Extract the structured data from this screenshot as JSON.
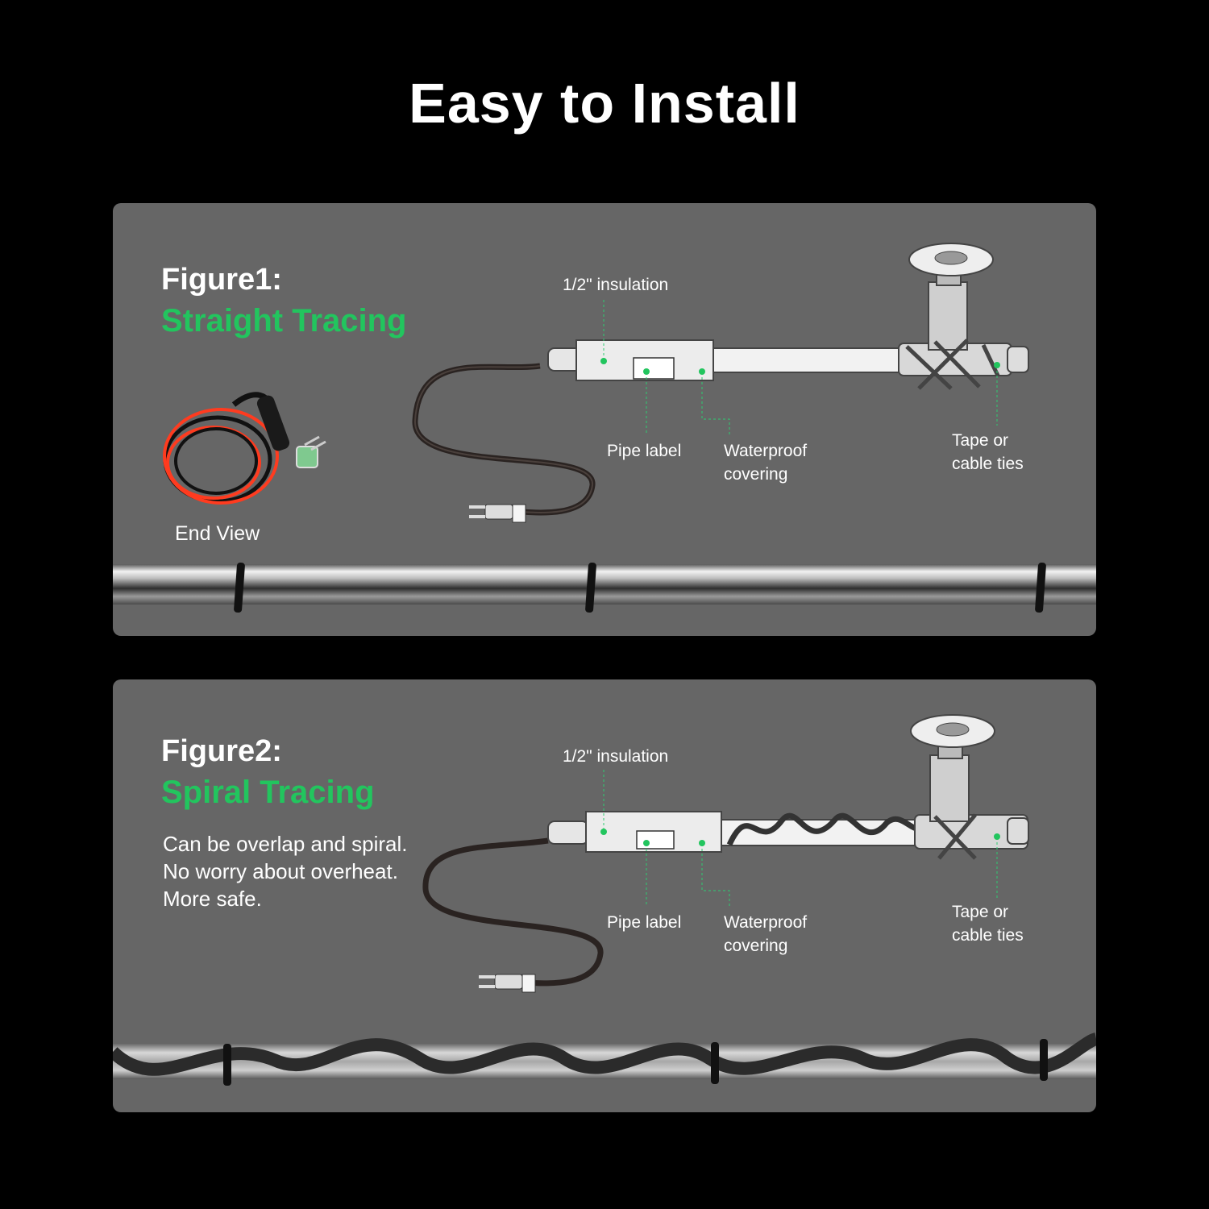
{
  "title": "Easy to Install",
  "figure1": {
    "heading": "Figure1:",
    "subtitle": "Straight Tracing",
    "end_view_label": "End View",
    "labels": {
      "insulation": "1/2\" insulation",
      "pipe_label": "Pipe label",
      "waterproof_line1": "Waterproof",
      "waterproof_line2": "covering",
      "tape_line1": "Tape or",
      "tape_line2": "cable ties"
    }
  },
  "figure2": {
    "heading": "Figure2:",
    "subtitle": "Spiral Tracing",
    "description": [
      "Can be overlap and spiral.",
      "No worry about overheat.",
      "More safe."
    ],
    "labels": {
      "insulation": "1/2\" insulation",
      "pipe_label": "Pipe label",
      "waterproof_line1": "Waterproof",
      "waterproof_line2": "covering",
      "tape_line1": "Tape or",
      "tape_line2": "cable ties"
    }
  },
  "colors": {
    "background": "#000000",
    "panel": "#666666",
    "accent": "#22c55e",
    "cable_red": "#ff3b1f",
    "text": "#ffffff"
  }
}
